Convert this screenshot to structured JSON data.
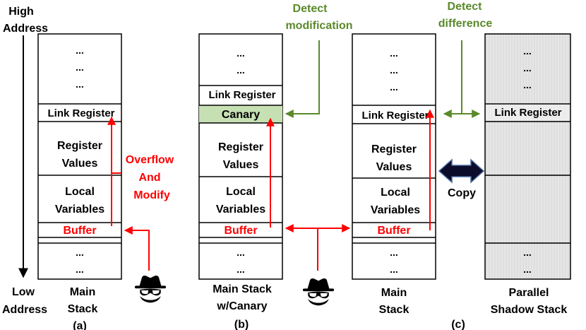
{
  "axis": {
    "high_line1": "High",
    "high_line2": "Address",
    "low_line1": "Low",
    "low_line2": "Address"
  },
  "dots": "...",
  "panel_a": {
    "link_register": "Link Register",
    "register_values_1": "Register",
    "register_values_2": "Values",
    "local_variables_1": "Local",
    "local_variables_2": "Variables",
    "buffer": "Buffer",
    "annotation_1": "Overflow",
    "annotation_2": "And",
    "annotation_3": "Modify",
    "caption_1": "Main",
    "caption_2": "Stack",
    "label": "(a)"
  },
  "panel_b": {
    "link_register": "Link Register",
    "canary": "Canary",
    "register_values_1": "Register",
    "register_values_2": "Values",
    "local_variables_1": "Local",
    "local_variables_2": "Variables",
    "buffer": "Buffer",
    "detect_1": "Detect",
    "detect_2": "modification",
    "caption_1": "Main Stack",
    "caption_2": "w/Canary",
    "label": "(b)"
  },
  "panel_c": {
    "link_register": "Link Register",
    "register_values_1": "Register",
    "register_values_2": "Values",
    "local_variables_1": "Local",
    "local_variables_2": "Variables",
    "buffer": "Buffer",
    "detect_1": "Detect",
    "detect_2": "difference",
    "copy": "Copy",
    "caption_1": "Main",
    "caption_2": "Stack",
    "shadow_link_register": "Link Register",
    "shadow_caption_1": "Parallel",
    "shadow_caption_2": "Shadow Stack",
    "label": "(c)"
  },
  "colors": {
    "red": "#ff0000",
    "green": "#5a8a2a",
    "canary_fill": "#c6e0b4",
    "border": "#000000"
  },
  "icons": [
    "attacker-icon",
    "attacker-icon"
  ]
}
